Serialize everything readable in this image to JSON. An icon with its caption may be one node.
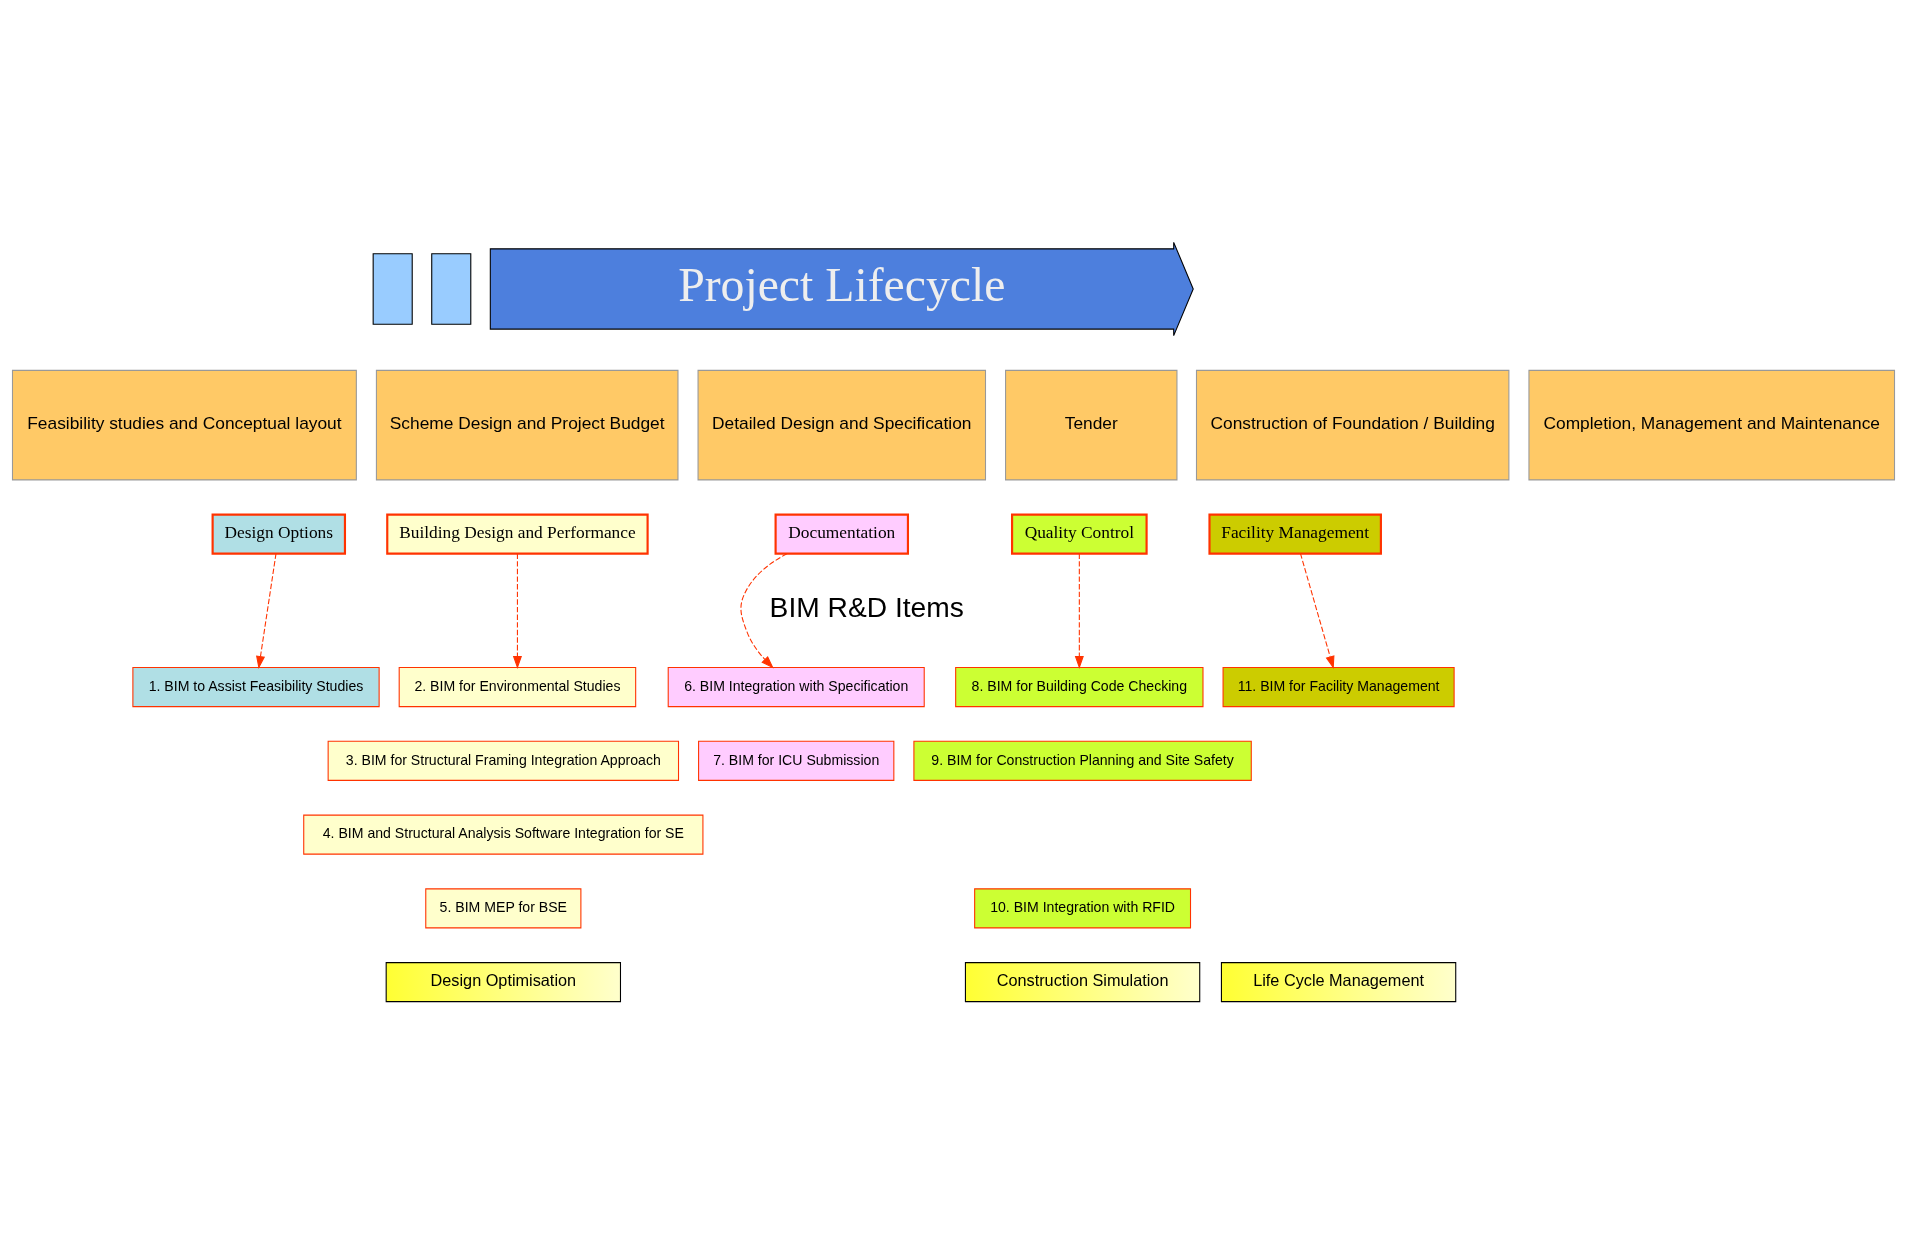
{
  "diagram": {
    "nodes": [
      {
        "text": [],
        "shape": "box"
      },
      {
        "text": [],
        "shape": "box"
      },
      {
        "text": [
          "Project Lifecycle"
        ]
      },
      {
        "text": [
          "Feasibility studies and Conceptual layout"
        ]
      },
      {
        "text": [
          "Scheme Design and Project Budget"
        ]
      },
      {
        "text": [
          "Detailed Design and Specification"
        ]
      },
      {
        "text": [
          "Tender"
        ]
      },
      {
        "text": [
          "Construction of Foundation / Building"
        ]
      },
      {
        "text": [
          "Completion, Management and Maintenance"
        ]
      },
      {
        "text": [
          "Design Options"
        ]
      },
      {
        "text": [
          "Building Design and Performance"
        ]
      },
      {
        "text": [
          "Documentation"
        ]
      },
      {
        "text": [
          "Quality Control"
        ]
      },
      {
        "text": [
          "Facility Management"
        ]
      },
      {
        "text": [
          "1. BIM to Assist Feasibility Studies"
        ]
      },
      {
        "text": [
          "2. BIM for Environmental Studies"
        ]
      },
      {
        "text": [
          "3. BIM for Structural Framing Integration Approach"
        ]
      },
      {
        "text": [
          "4. BIM and Structural Analysis Software Integration for SE"
        ]
      },
      {
        "text": [
          "5. BIM MEP for BSE"
        ]
      },
      {
        "text": [
          "6. BIM Integration with Specification"
        ]
      },
      {
        "text": [
          "7. BIM for ICU Submission"
        ]
      },
      {
        "text": [
          "8. BIM for Building Code Checking"
        ]
      },
      {
        "text": [
          "9. BIM for Construction Planning and Site Safety"
        ]
      },
      {
        "text": [
          "10. BIM Integration with RFID"
        ]
      },
      {
        "text": [
          "11. BIM for Facility Management"
        ]
      },
      {
        "text": [
          "Design Optimisation"
        ]
      },
      {
        "text": [
          "Construction Simulation"
        ]
      },
      {
        "text": [
          "Life Cycle Management"
        ]
      }
    ],
    "edges": [
      {
        "from": 9,
        "to": 14,
        "arrow": "to",
        "style": "dashed"
      },
      {
        "from": 10,
        "to": 15,
        "arrow": "to",
        "style": "dashed"
      },
      {
        "from": 11,
        "to": 19,
        "arrow": "to",
        "style": "dashed"
      },
      {
        "from": 12,
        "to": 21,
        "arrow": "to",
        "style": "dashed"
      },
      {
        "from": 13,
        "to": 24,
        "arrow": "to",
        "style": "dashed"
      }
    ],
    "labels": [
      "BIM R&D Items"
    ]
  }
}
